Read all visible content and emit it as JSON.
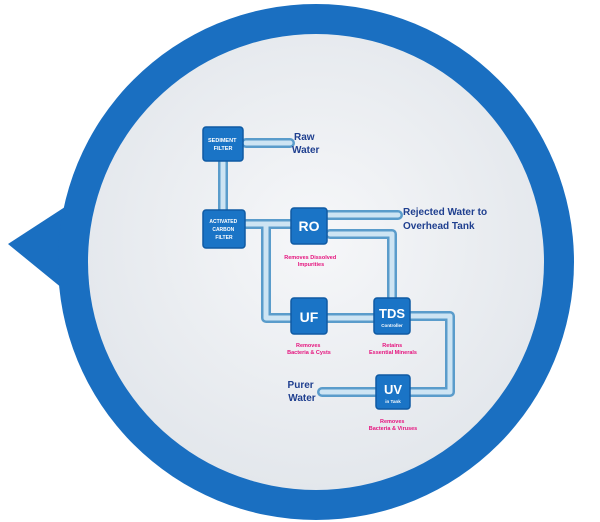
{
  "diagram": {
    "nodes": {
      "sediment": {
        "label_lines": [
          "SEDIMENT",
          "FILTER"
        ]
      },
      "carbon": {
        "label_lines": [
          "ACTIVATED",
          "CARBON",
          "FILTER"
        ]
      },
      "ro": {
        "label": "RO",
        "caption_lines": [
          "Removes Dissolved",
          "Impurities"
        ]
      },
      "uf": {
        "label": "UF",
        "caption_lines": [
          "Removes",
          "Bacteria & Cysts"
        ]
      },
      "tds": {
        "label": "TDS",
        "sublabel": "Controller",
        "caption_lines": [
          "Retains",
          "Essential Minerals"
        ]
      },
      "uv": {
        "label": "UV",
        "sublabel": "in Tank",
        "caption_lines": [
          "Removes",
          "Bacteria & Viruses"
        ]
      }
    },
    "labels": {
      "raw_water": [
        "Raw",
        "Water"
      ],
      "rejected_water": [
        "Rejected Water to",
        "Overhead Tank"
      ],
      "purer_water": [
        "Purer",
        "Water"
      ]
    },
    "colors": {
      "ring": "#1a6fc1",
      "inner": "#eef0f3",
      "box": "#1a74c6",
      "pipe": "#a8cde6",
      "pipe_outline": "#5a9ccb",
      "caption": "#e5127d",
      "text": "#1f3f8f"
    }
  }
}
